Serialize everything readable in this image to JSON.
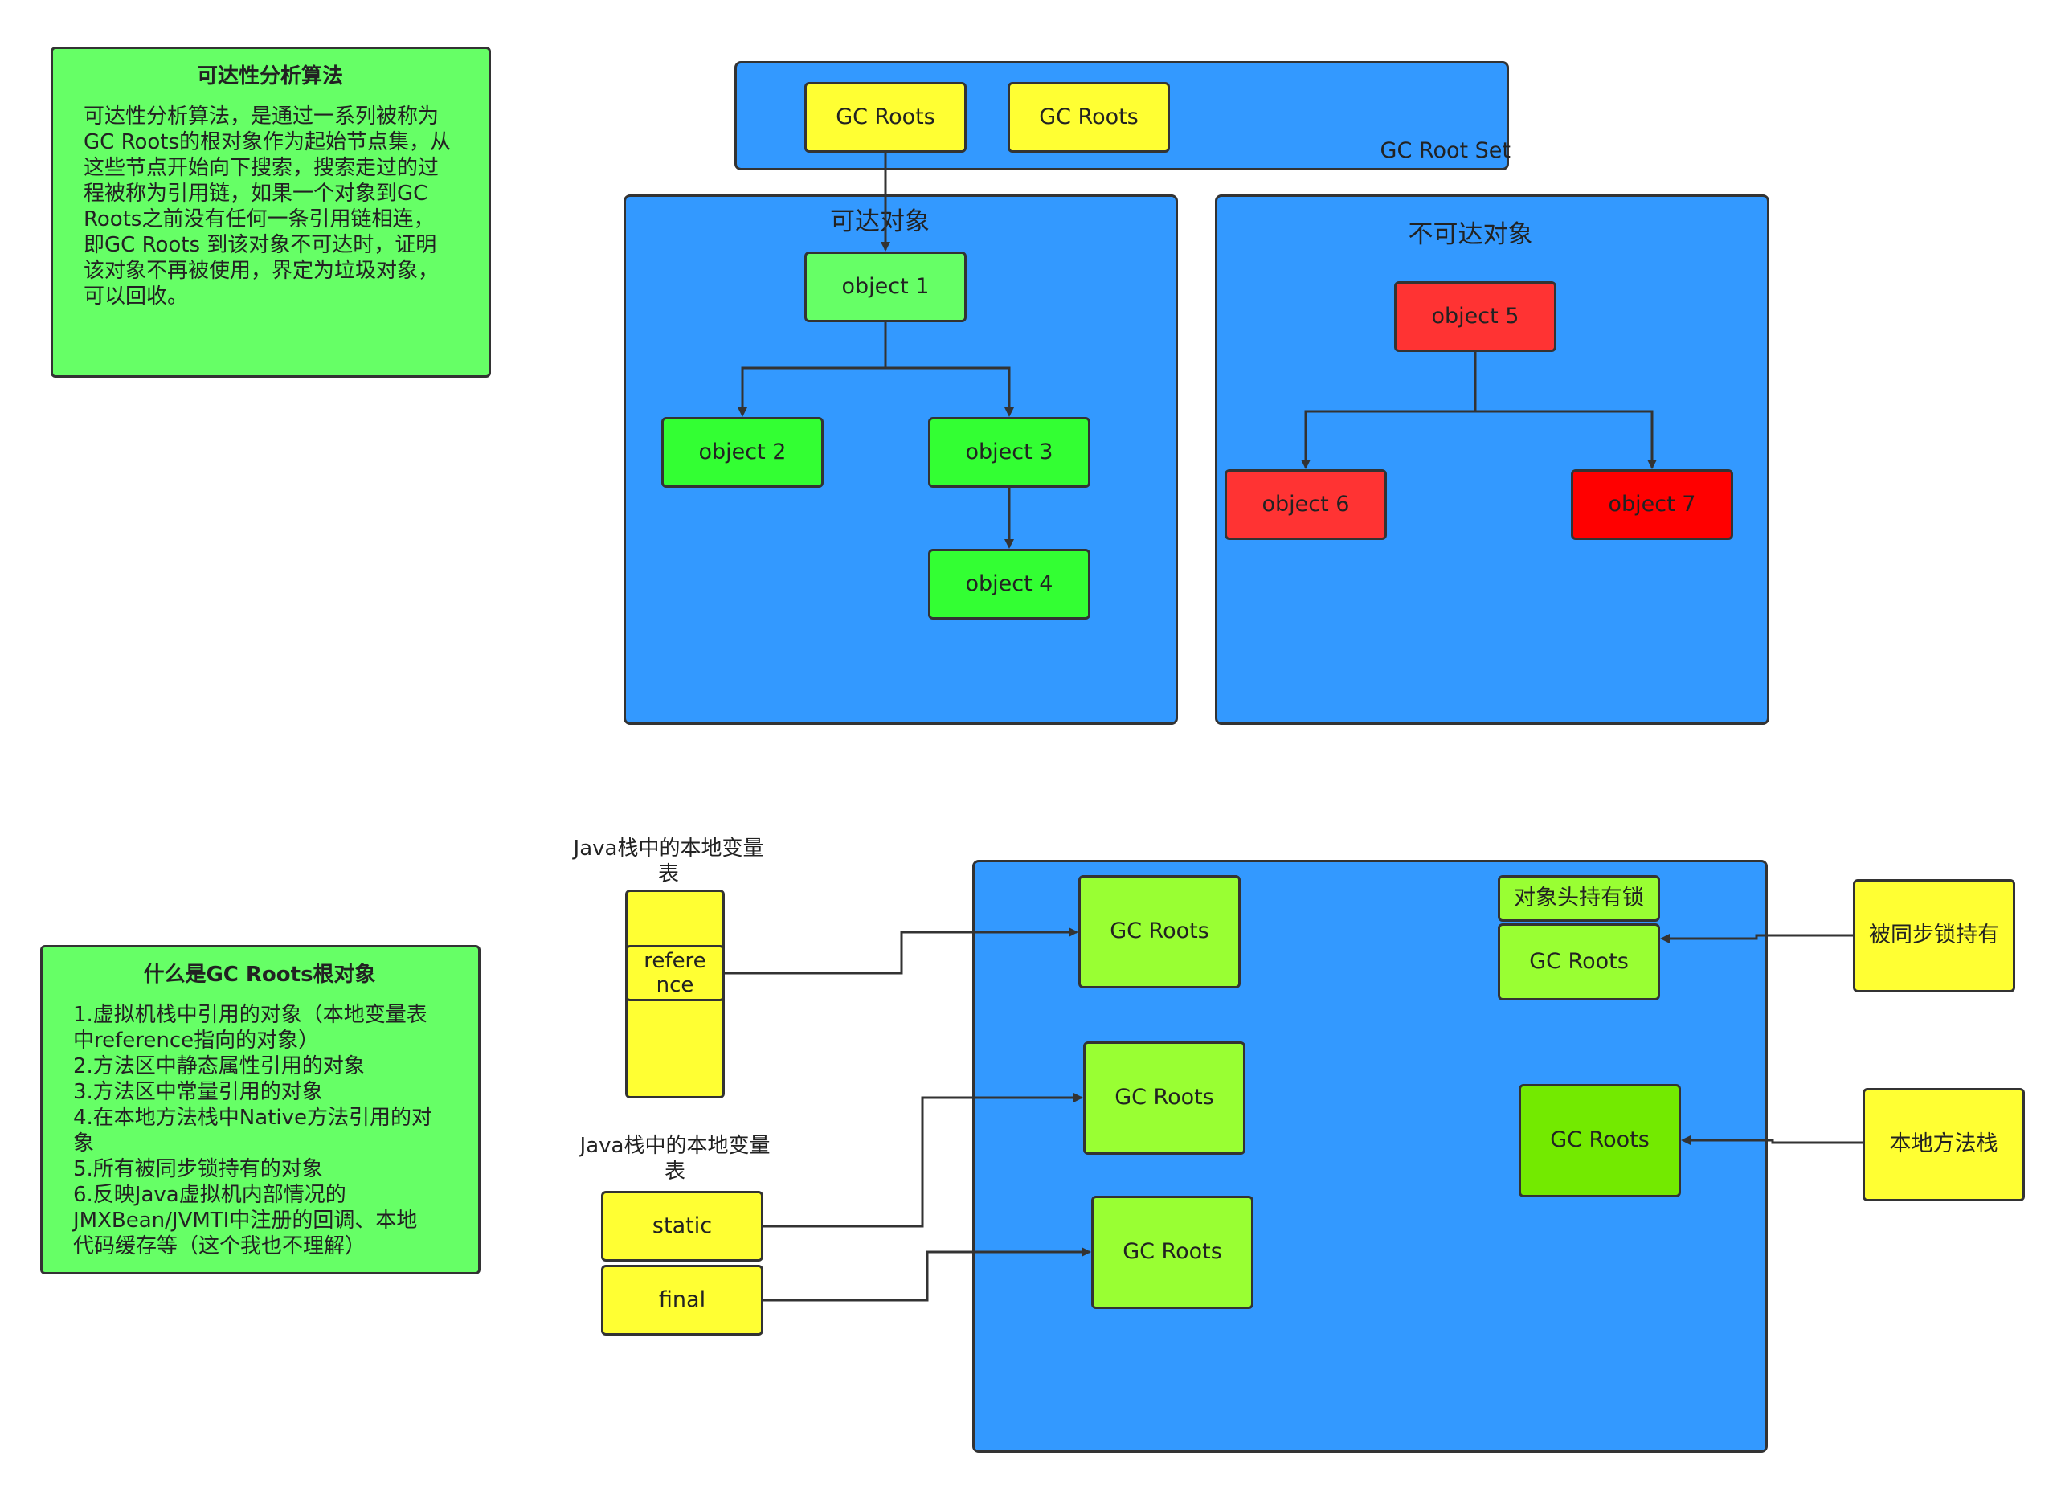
{
  "note_reachability": {
    "title": "可达性分析算法",
    "body": "可达性分析算法，是通过一系列被称为\nGC Roots的根对象作为起始节点集，从\n这些节点开始向下搜索，搜索走过的过\n程被称为引用链，如果一个对象到GC\nRoots之前没有任何一条引用链相连，\n即GC Roots 到该对象不可达时，证明\n该对象不再被使用，界定为垃圾对象，\n可以回收。"
  },
  "note_gc_roots": {
    "title": "什么是GC Roots根对象",
    "body": "1.虚拟机栈中引用的对象（本地变量表\n中reference指向的对象）\n2.方法区中静态属性引用的对象\n3.方法区中常量引用的对象\n4.在本地方法栈中Native方法引用的对\n象\n5.所有被同步锁持有的对象\n6.反映Java虚拟机内部情况的\nJMXBean/JVMTI中注册的回调、本地\n代码缓存等（这个我也不理解）"
  },
  "root_set": {
    "label": "GC Root Set",
    "root_a": "GC Roots",
    "root_b": "GC Roots"
  },
  "reachable": {
    "title": "可达对象",
    "obj1": "object 1",
    "obj2": "object 2",
    "obj3": "object 3",
    "obj4": "object 4"
  },
  "unreachable": {
    "title": "不可达对象",
    "obj5": "object 5",
    "obj6": "object 6",
    "obj7": "object 7"
  },
  "stack_top": {
    "title": "Java栈中的本地变量\n表",
    "cell": "refere\nnce"
  },
  "stack_bottom": {
    "title": "Java栈中的本地变量\n表",
    "static": "static",
    "final": "final"
  },
  "lower_panel": {
    "root_1": "GC Roots",
    "root_2": "GC Roots",
    "root_3": "GC Roots",
    "lock_header": "对象头持有锁",
    "root_lock": "GC Roots",
    "root_native": "GC Roots"
  },
  "external": {
    "sync_lock": "被同步锁持有",
    "native_stack": "本地方法栈"
  },
  "colors": {
    "panel_blue": "#3399ff",
    "note_green": "#66ff66",
    "root_yellow": "#ffff33",
    "gc_root_lime": "#99ff33",
    "reachable_green": "#33ff33",
    "unreachable_red": "#ff3333"
  }
}
